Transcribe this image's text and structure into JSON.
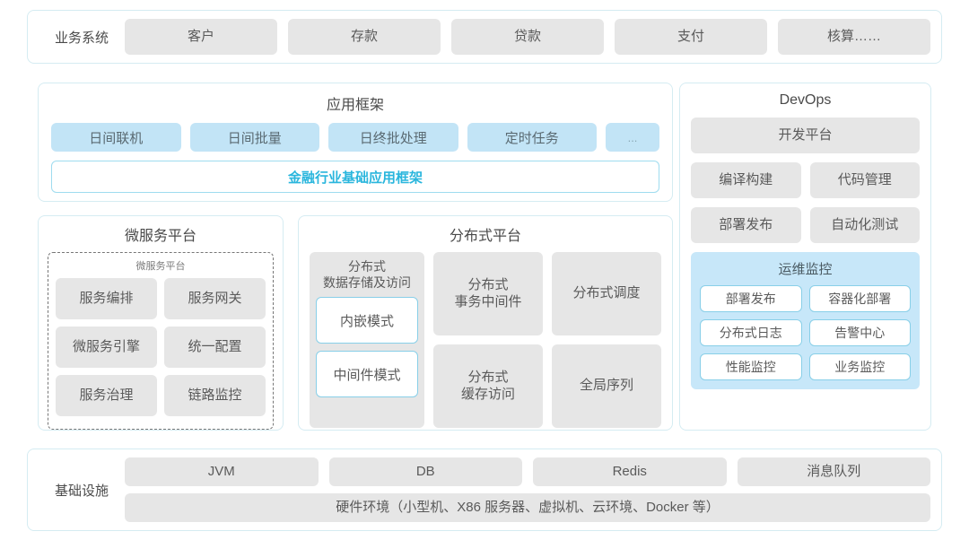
{
  "business_row": {
    "label": "业务系统",
    "items": [
      "客户",
      "存款",
      "贷款",
      "支付",
      "核算……"
    ]
  },
  "app_framework": {
    "title": "应用框架",
    "tags": [
      "日间联机",
      "日间批量",
      "日终批处理",
      "定时任务",
      "..."
    ],
    "foundation_bar": "金融行业基础应用框架",
    "foundation_color": "#2ab6dd"
  },
  "microservice": {
    "title": "微服务平台",
    "inner_title": "微服务平台",
    "items": [
      "服务编排",
      "服务网关",
      "微服务引擎",
      "统一配置",
      "服务治理",
      "链路监控"
    ]
  },
  "distributed": {
    "title": "分布式平台",
    "storage": {
      "label": "分布式\n数据存储及访问",
      "label_line1": "分布式",
      "label_line2": "数据存储及访问",
      "modes": [
        "内嵌模式",
        "中间件模式"
      ]
    },
    "cells": [
      {
        "line1": "分布式",
        "line2": "事务中间件"
      },
      {
        "line1": "分布式调度",
        "line2": ""
      },
      {
        "line1": "分布式",
        "line2": "缓存访问"
      },
      {
        "line1": "全局序列",
        "line2": ""
      }
    ]
  },
  "devops": {
    "title": "DevOps",
    "platform": "开发平台",
    "items": [
      "编译构建",
      "代码管理",
      "部署发布",
      "自动化测试"
    ],
    "ops_monitor": {
      "title": "运维监控",
      "items": [
        "部署发布",
        "容器化部署",
        "分布式日志",
        "告警中心",
        "性能监控",
        "业务监控"
      ],
      "background": "#c7e7f9"
    }
  },
  "infrastructure": {
    "label": "基础设施",
    "items": [
      "JVM",
      "DB",
      "Redis",
      "消息队列"
    ],
    "hardware": "硬件环境（小型机、X86 服务器、虚拟机、云环境、Docker 等）"
  },
  "colors": {
    "card_border": "#d5ecf2",
    "gray_chip": "#e6e6e6",
    "blue_chip": "#c2e4f6",
    "accent": "#2ab6dd"
  }
}
